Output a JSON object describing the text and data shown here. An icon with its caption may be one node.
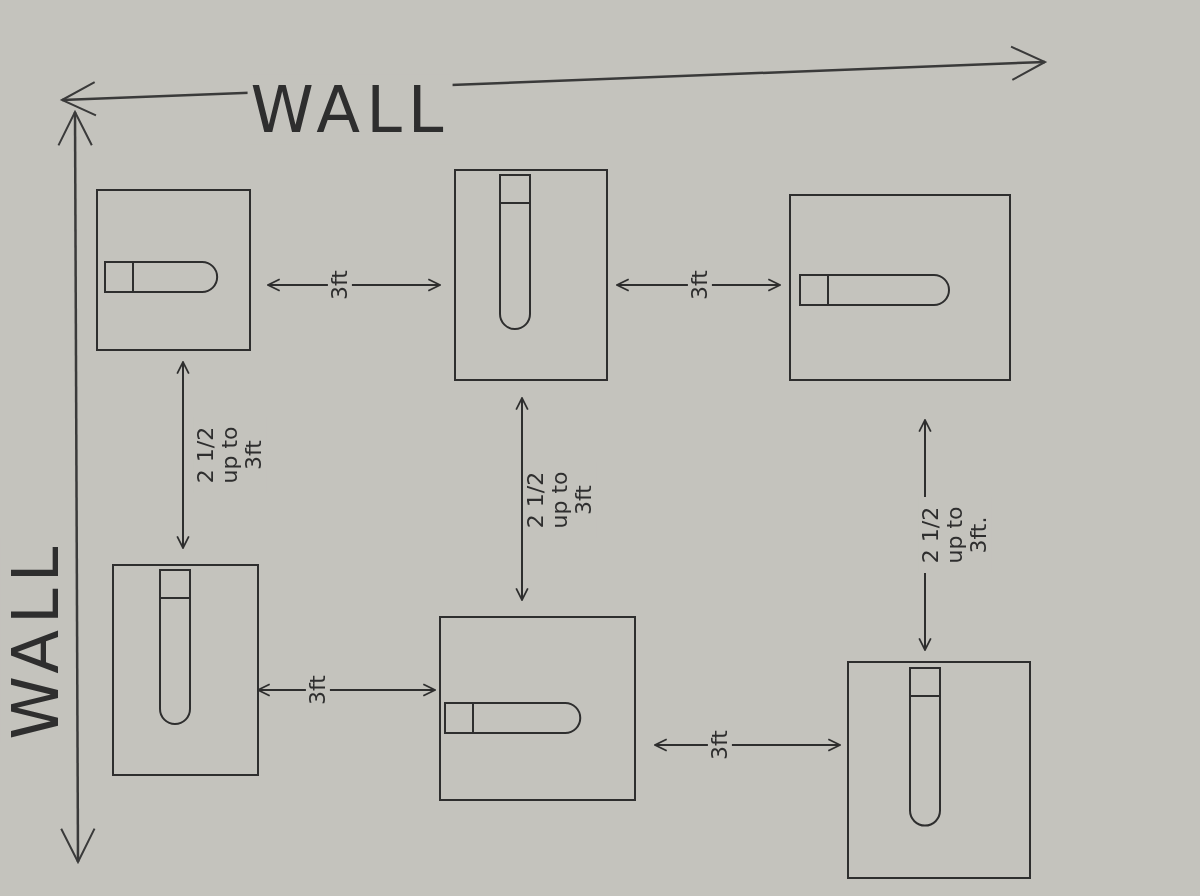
{
  "diagram": {
    "labels": [
      "WALL",
      "WALL",
      "3ft",
      "3ft",
      "2 1/2 up to 3ft",
      "2 1/2 up to 3ft",
      "2 1/2 up to 3ft.",
      "3ft",
      "3ft"
    ]
  }
}
